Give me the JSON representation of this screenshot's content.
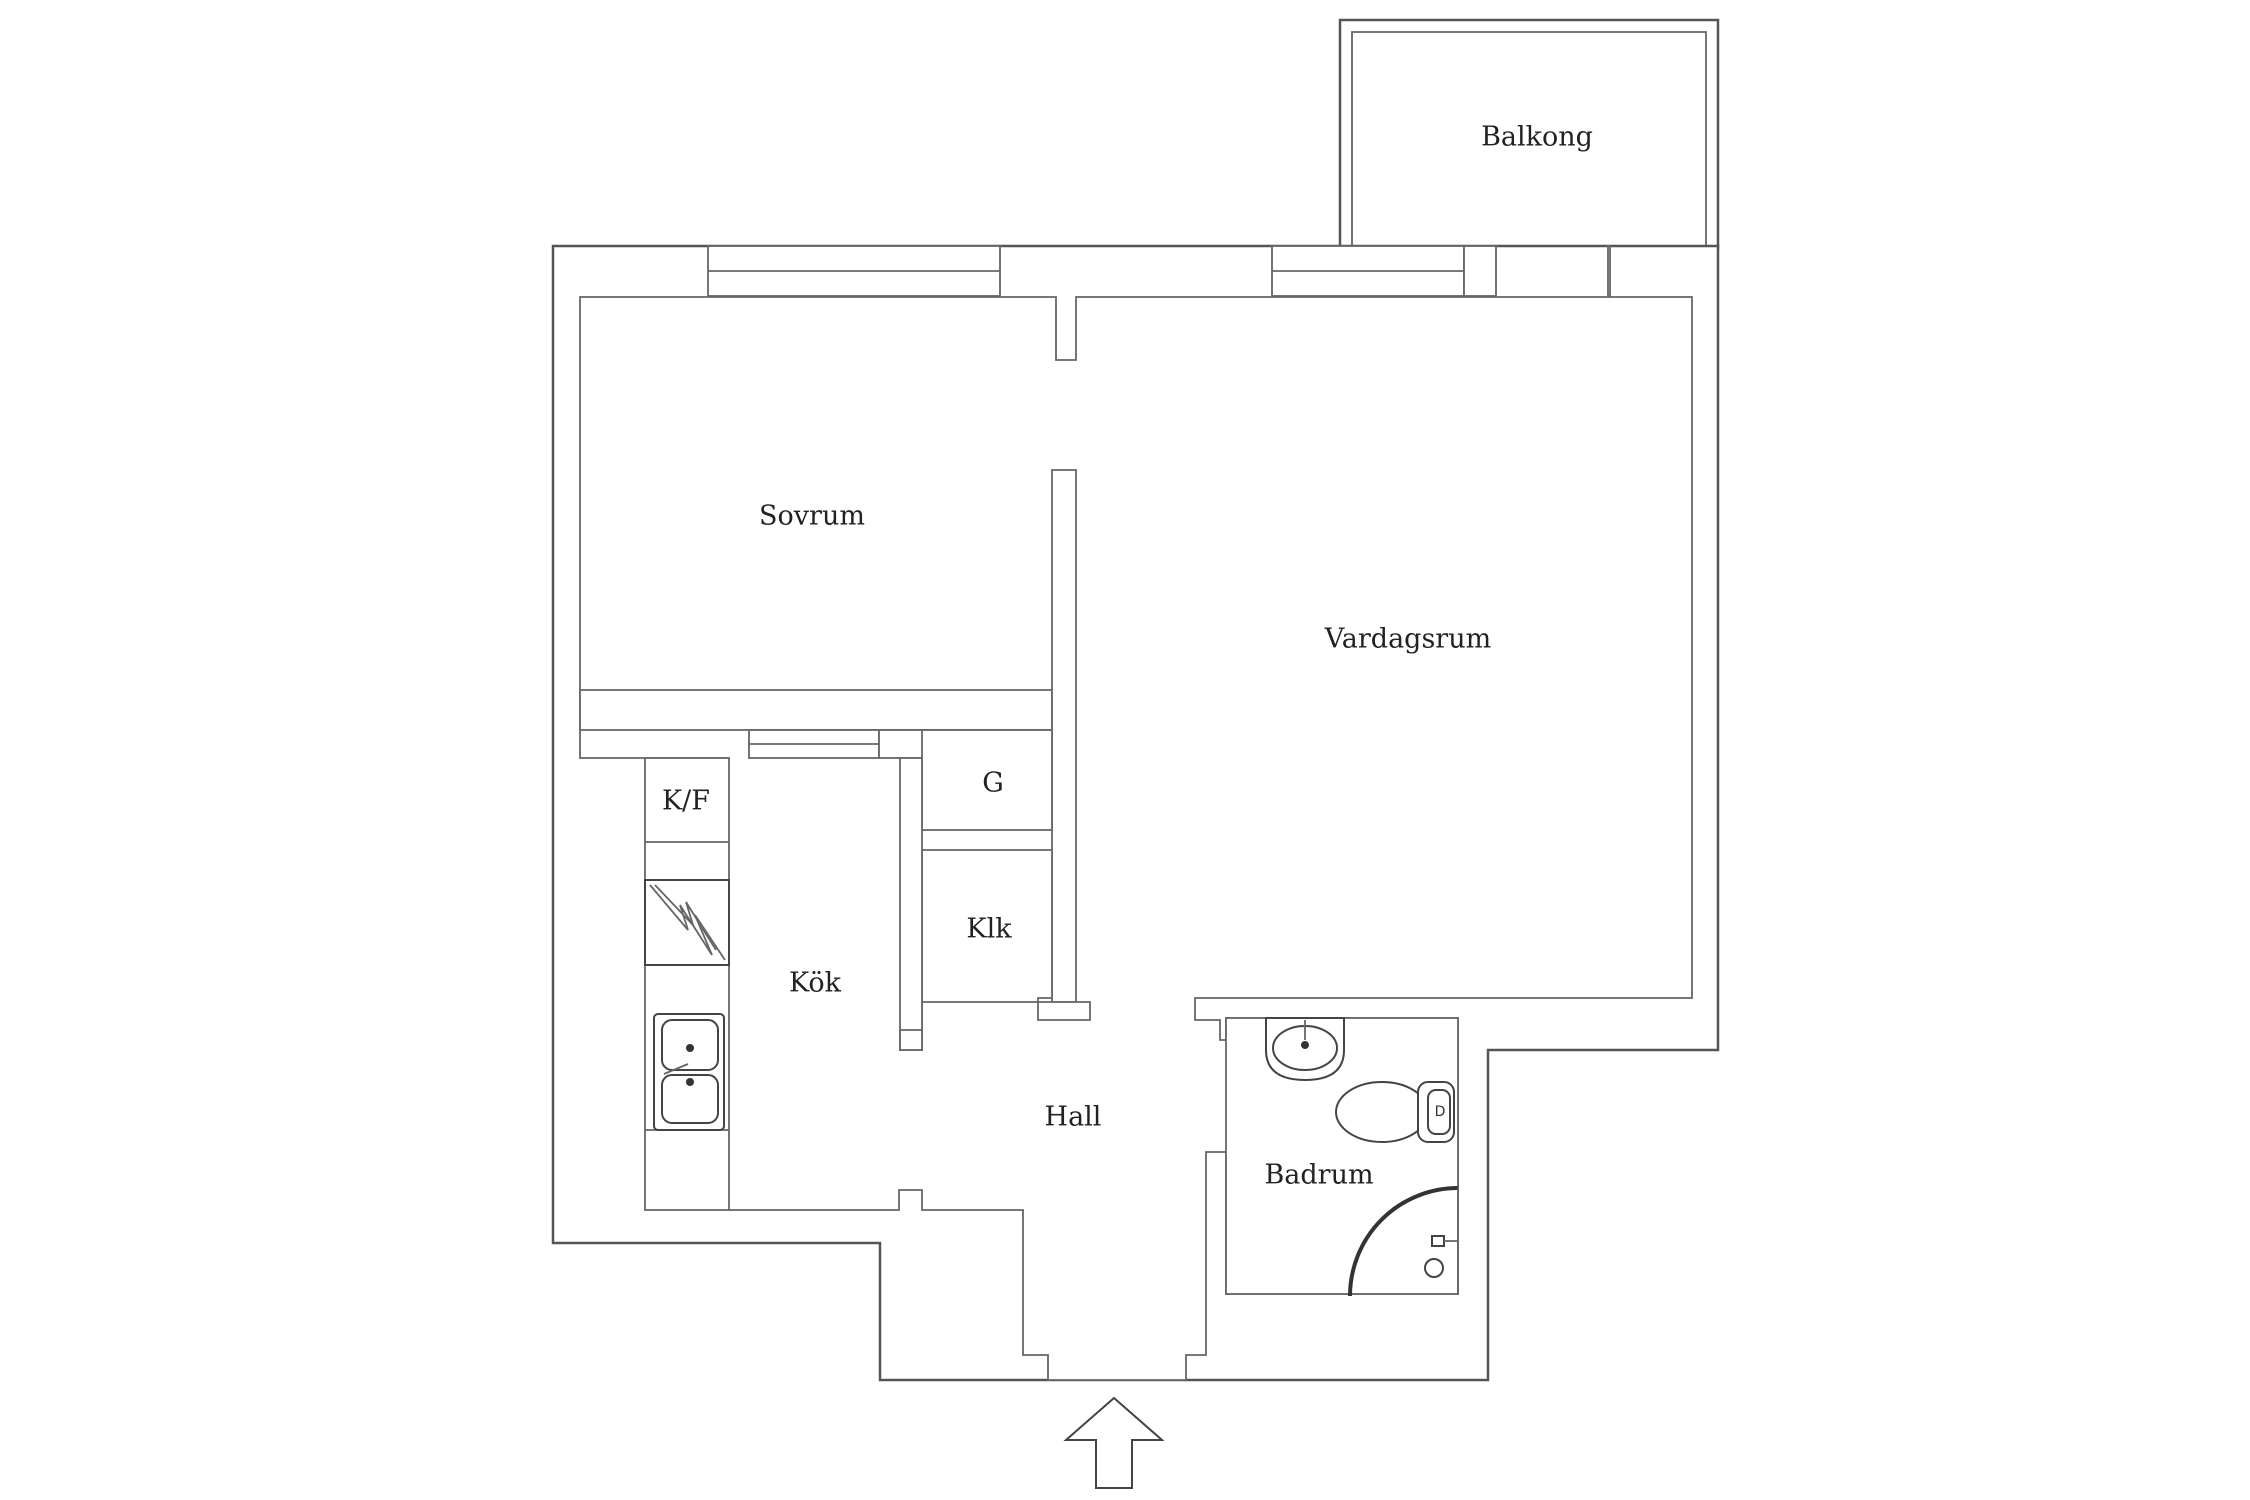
{
  "rooms": {
    "balkong": "Balkong",
    "sovrum": "Sovrum",
    "vardagsrum": "Vardagsrum",
    "kf": "K/F",
    "g": "G",
    "klk": "Klk",
    "kok": "Kök",
    "hall": "Hall",
    "badrum": "Badrum"
  },
  "icons": {
    "entrance": "entrance-arrow-icon",
    "stove": "stove-icon",
    "sink": "kitchen-sink-icon",
    "washbasin": "washbasin-icon",
    "toilet": "toilet-icon",
    "shower": "shower-icon"
  },
  "colors": {
    "wall_stroke": "#555555",
    "background": "#ffffff",
    "text": "#222222"
  }
}
